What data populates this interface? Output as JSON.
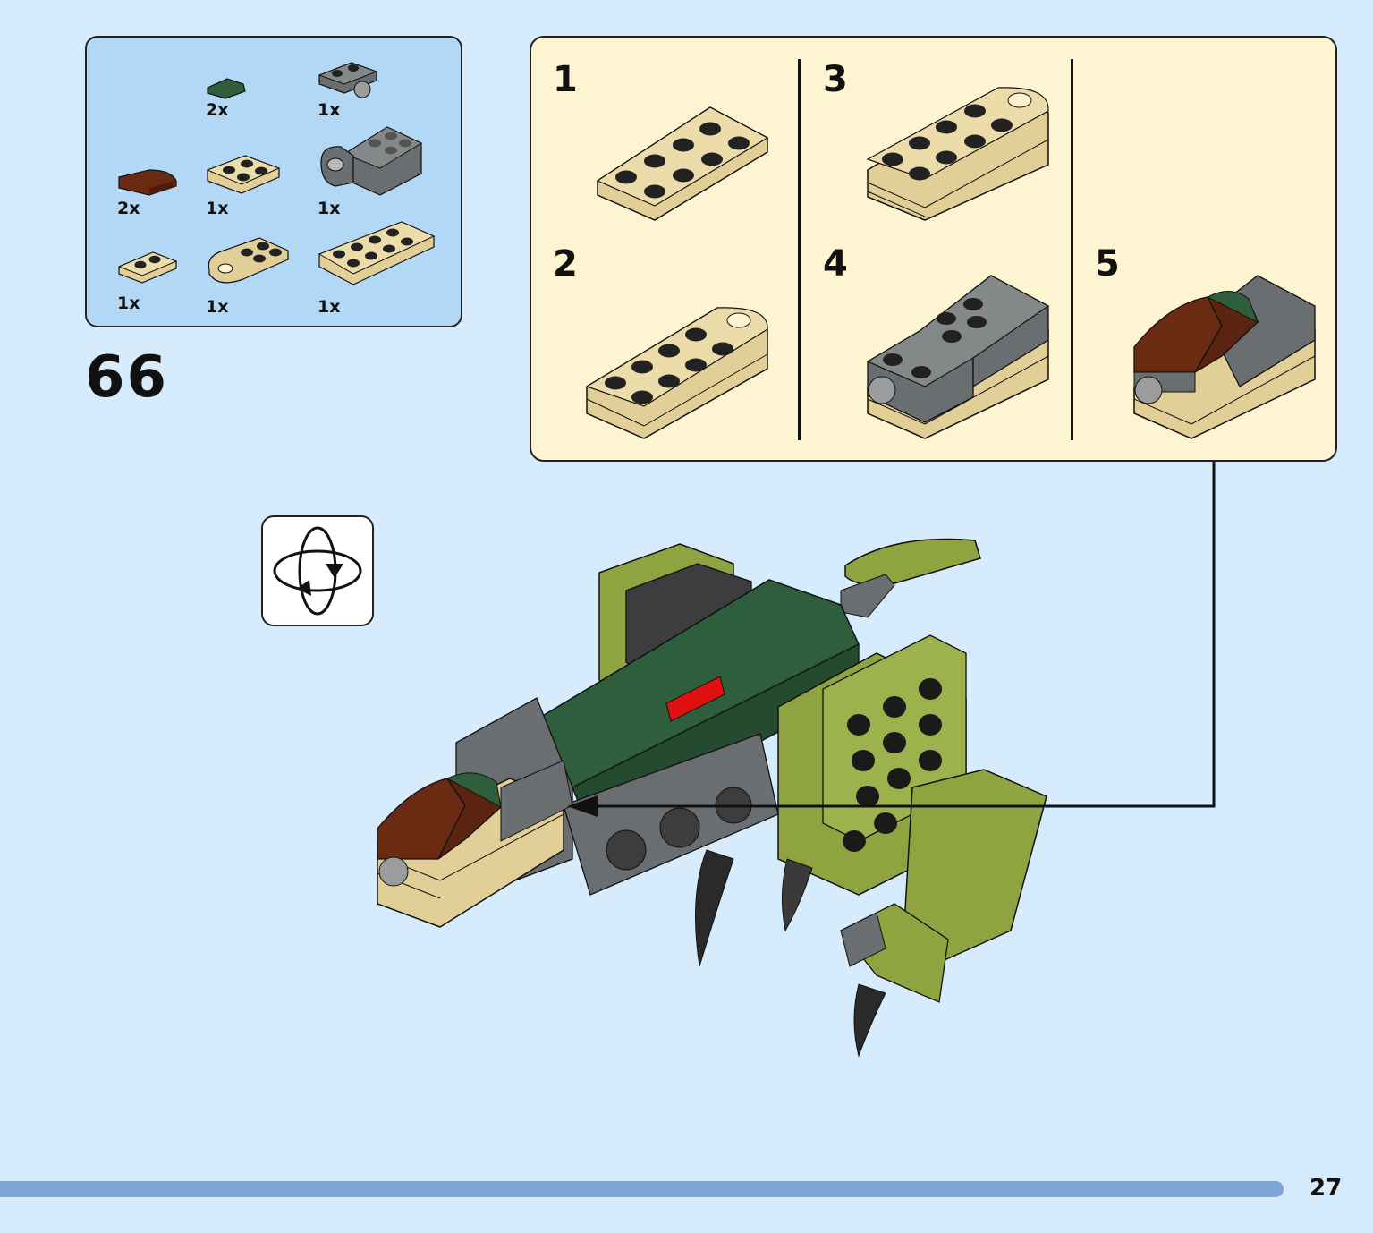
{
  "parts_list": {
    "items": [
      {
        "qty": "2x",
        "name": "dark-green-slope-tile",
        "color": "#2f5e3c"
      },
      {
        "qty": "1x",
        "name": "dark-gray-plate-with-ball",
        "color": "#6b6e70"
      },
      {
        "qty": "2x",
        "name": "reddish-brown-curved-slope",
        "color": "#6b2a12"
      },
      {
        "qty": "1x",
        "name": "tan-plate-2x2",
        "color": "#e2cf98"
      },
      {
        "qty": "1x",
        "name": "dark-gray-ball-joint-brick",
        "color": "#6b6e70"
      },
      {
        "qty": "1x",
        "name": "tan-plate-1x2",
        "color": "#e2cf98"
      },
      {
        "qty": "1x",
        "name": "tan-round-end-plate",
        "color": "#e2cf98"
      },
      {
        "qty": "1x",
        "name": "tan-plate-2x4",
        "color": "#e2cf98"
      }
    ]
  },
  "step": {
    "number": "66"
  },
  "sub_steps": [
    {
      "num": "1"
    },
    {
      "num": "2"
    },
    {
      "num": "3"
    },
    {
      "num": "4"
    },
    {
      "num": "5"
    }
  ],
  "colors": {
    "background": "#d6ebfb",
    "parts_box": "#b3d8f6",
    "sub_box": "#fdf5d2",
    "tan": "#e2cf98",
    "dark_gray": "#6b6e70",
    "dark_green": "#2f5e3c",
    "olive_green": "#8fa341",
    "reddish_brown": "#6b2a12",
    "footer_bar": "#7ea5d8"
  },
  "footer": {
    "page_number": "27"
  }
}
